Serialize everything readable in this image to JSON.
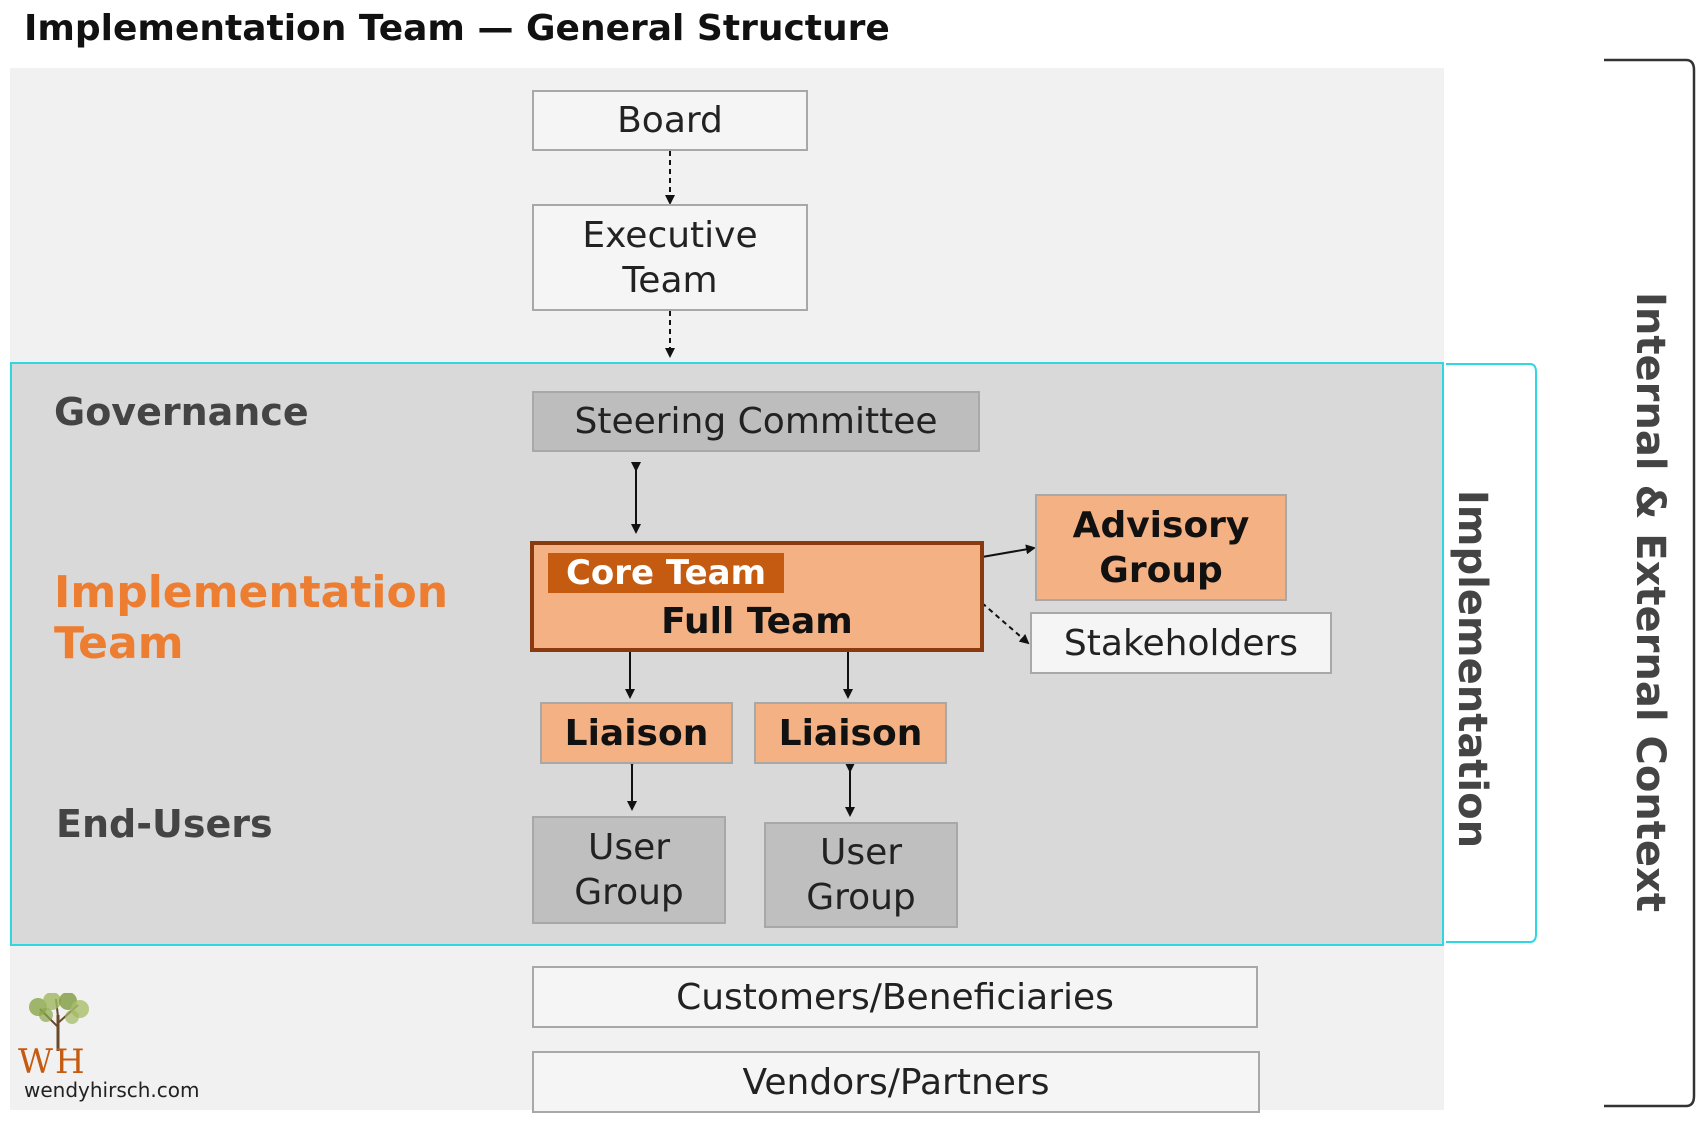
{
  "title": "Implementation Team — General Structure",
  "nodes": {
    "board": "Board",
    "executive_team": "Executive Team",
    "steering_committee": "Steering Committee",
    "core_team": "Core Team",
    "full_team": "Full Team",
    "advisory_group": "Advisory Group",
    "stakeholders": "Stakeholders",
    "liaison_1": "Liaison",
    "liaison_2": "Liaison",
    "user_group_1": "User Group",
    "user_group_2": "User Group",
    "customers": "Customers/Beneficiaries",
    "vendors": "Vendors/Partners"
  },
  "row_labels": {
    "governance": "Governance",
    "implementation_team": "Implementation Team",
    "end_users": "End-Users"
  },
  "brackets": {
    "implementation": "Implementation",
    "context": "Internal & External Context"
  },
  "logo": {
    "initials": "WH",
    "site": "wendyhirsch.com"
  },
  "colors": {
    "accent_orange": "#ed7d31",
    "box_orange": "#f4b183",
    "core_team_fill": "#c55a11",
    "full_team_border": "#8b3a10",
    "implementation_border": "#2fd8e0",
    "context_bracket": "#333333"
  }
}
